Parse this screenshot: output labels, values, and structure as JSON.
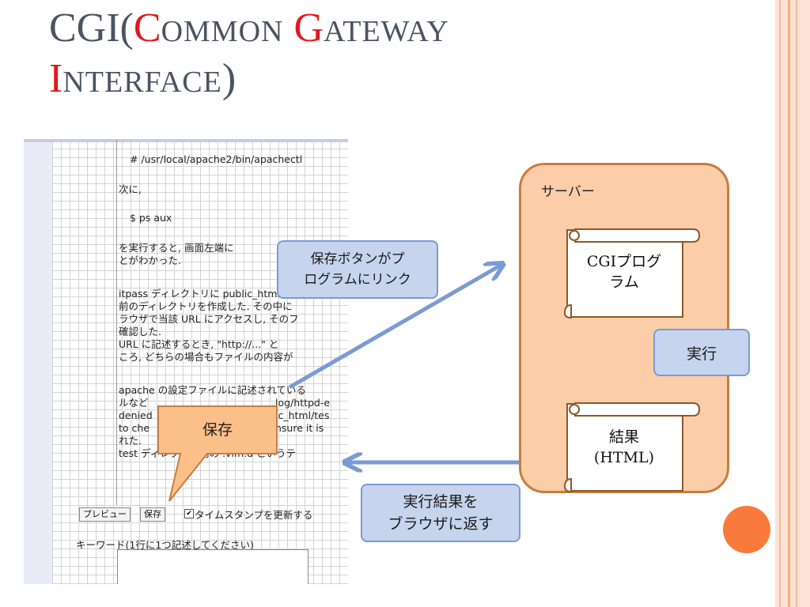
{
  "title": {
    "p1": "CGI(",
    "c": "C",
    "ommon": "OMMON",
    "g": "G",
    "ateway": "ATEWAY",
    "i": "I",
    "nterface": "NTERFACE",
    "close": ")"
  },
  "screenshot": {
    "lines": [
      "# /usr/local/apache2/bin/apachectl",
      "次に,",
      "$ ps aux",
      "を実行すると, 画面左端に",
      "とがわかった.",
      "itpass ディレクトリに public_html",
      "前のディレクトリを作成した. その中に",
      "ラウザで当該 URL にアクセスし, そのフ",
      "確認した.",
      "URL に記述するとき, \"http://...\" と",
      "ころ, どちらの場合もファイルの内容が",
      "apache の設定ファイルに記述されている",
      "ルなど",
      "denied",
      "to che",
      "れた.",
      "test ディレクトリ内の .vim.d というテ"
    ],
    "frag1": "log/httpd-e",
    "frag2": "ic_html/tes",
    "frag3": "nsure it is",
    "preview_button": "プレビュー",
    "save_button": "保存",
    "checkbox_mark": "✔",
    "timestamp_label": "タイムスタンプを更新する",
    "keyword_label": "キーワード(1行に1つ記述してください)"
  },
  "callouts": {
    "save_link": "保存ボタンがプ\nログラムにリンク",
    "execute": "実行",
    "return_result": "実行結果を\nブラウザに返す",
    "save_bubble": "保存"
  },
  "server": {
    "label": "サーバー",
    "cgi_program": "CGIプログ\nラム",
    "result": "結果\n(HTML)"
  },
  "colors": {
    "title": "#4a5363",
    "title_accent": "#e3171b",
    "callout_fill": "#c7d4ee",
    "callout_border": "#7a9bd4",
    "server_fill": "#fbcda8",
    "server_border": "#c77d3f",
    "bubble_fill": "#fbbf8a",
    "arrow": "#7a9bd4"
  }
}
